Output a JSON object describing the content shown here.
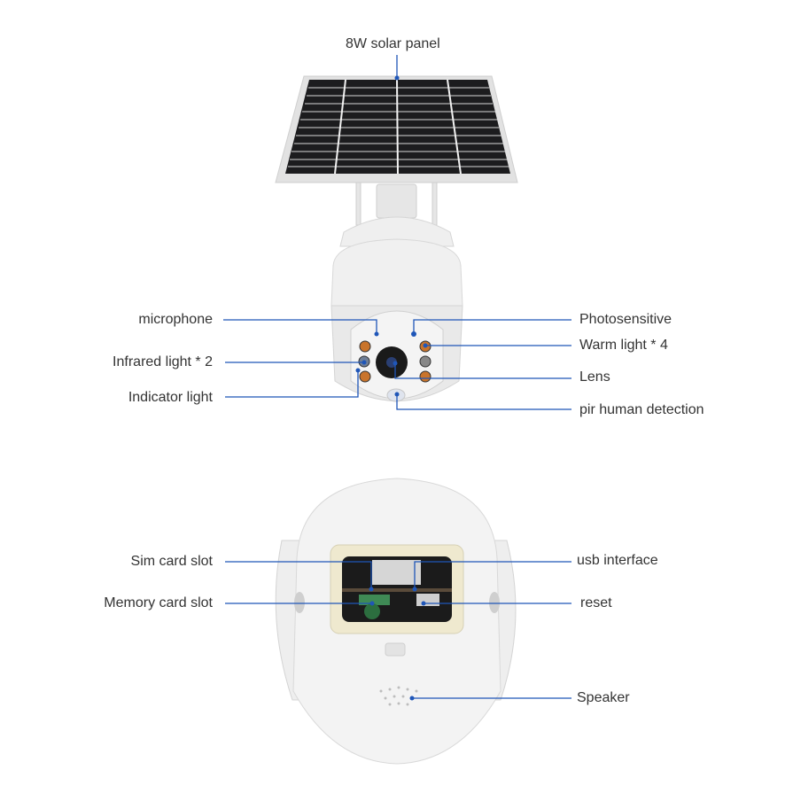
{
  "diagram": {
    "title": "Solar camera component diagram",
    "colors": {
      "callout_line": "#1f56b8",
      "label_text": "#333333",
      "panel_cell": "#1c1c1e",
      "body": "#ececec"
    },
    "top_view": {
      "labels": {
        "solar_panel": "8W solar panel",
        "microphone": "microphone",
        "infrared_light": "Infrared light * 2",
        "indicator_light": "Indicator light",
        "photosensitive": "Photosensitive",
        "warm_light": "Warm light * 4",
        "lens": "Lens",
        "pir": "pir human detection"
      }
    },
    "bottom_view": {
      "labels": {
        "sim_card_slot": "Sim card slot",
        "memory_card_slot": "Memory card slot",
        "usb_interface": "usb interface",
        "reset": "reset",
        "speaker": "Speaker"
      }
    }
  }
}
